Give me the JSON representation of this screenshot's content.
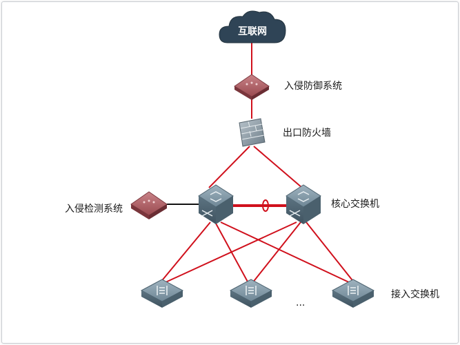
{
  "nodes": {
    "internet": "互联网",
    "ips": "入侵防御系统",
    "firewall": "出口防火墙",
    "ids": "入侵检测系统",
    "core_switch": "核心交换机",
    "access_switch": "接入交换机",
    "ellipsis": "..."
  },
  "colors": {
    "link": "#d0101c",
    "ids_link": "#111111",
    "cloud": "#2f4456",
    "switch": "#6f8796",
    "security": "#a8545a"
  },
  "icons": {
    "internet": "cloud-icon",
    "ips": "security-appliance-icon",
    "firewall": "firewall-icon",
    "ids": "security-appliance-icon",
    "core_switch": "core-switch-icon",
    "access_switch": "access-switch-icon"
  }
}
